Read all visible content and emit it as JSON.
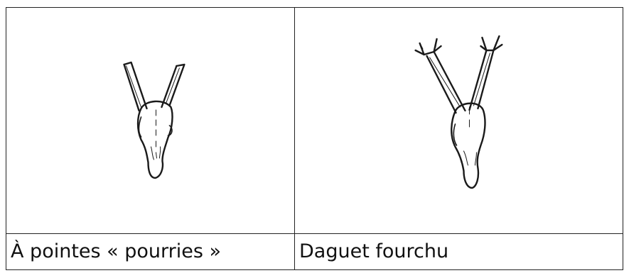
{
  "table": {
    "columns": [
      {
        "caption": "À pointes « pourries »",
        "illustration_icon": "antler-pointes-pourries-drawing"
      },
      {
        "caption": "Daguet fourchu",
        "illustration_icon": "antler-daguet-fourchu-drawing"
      }
    ]
  },
  "colors": {
    "ink": "#1a1a1a",
    "border": "#222222",
    "background": "#ffffff"
  }
}
